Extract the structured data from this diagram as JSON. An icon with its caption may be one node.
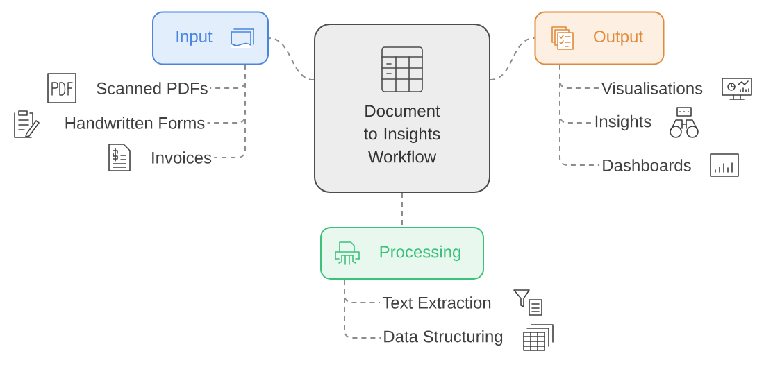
{
  "diagram": {
    "nodes": [
      {
        "text": [
          "Document to Insights Workflow"
        ]
      },
      {
        "text": [
          "Input"
        ]
      },
      {
        "text": [
          "Scanned PDFs"
        ]
      },
      {
        "text": [
          "Handwritten Forms"
        ]
      },
      {
        "text": [
          "Invoices"
        ]
      },
      {
        "text": [
          "Output"
        ]
      },
      {
        "text": [
          "Visualisations"
        ]
      },
      {
        "text": [
          "Insights"
        ]
      },
      {
        "text": [
          "Dashboards"
        ]
      },
      {
        "text": [
          "Processing"
        ]
      },
      {
        "text": [
          "Text Extraction"
        ]
      },
      {
        "text": [
          "Data Structuring"
        ]
      }
    ],
    "edges": [
      {
        "from": 0,
        "to": 1,
        "arrow": "none",
        "style": "dashed"
      },
      {
        "from": 1,
        "to": 2,
        "arrow": "none",
        "style": "dashed"
      },
      {
        "from": 1,
        "to": 3,
        "arrow": "none",
        "style": "dashed"
      },
      {
        "from": 1,
        "to": 4,
        "arrow": "none",
        "style": "dashed"
      },
      {
        "from": 0,
        "to": 5,
        "arrow": "none",
        "style": "dashed"
      },
      {
        "from": 5,
        "to": 6,
        "arrow": "none",
        "style": "dashed"
      },
      {
        "from": 5,
        "to": 7,
        "arrow": "none",
        "style": "dashed"
      },
      {
        "from": 5,
        "to": 8,
        "arrow": "none",
        "style": "dashed"
      },
      {
        "from": 0,
        "to": 9,
        "arrow": "none",
        "style": "dashed"
      },
      {
        "from": 9,
        "to": 10,
        "arrow": "none",
        "style": "dashed"
      },
      {
        "from": 9,
        "to": 11,
        "arrow": "none",
        "style": "dashed"
      }
    ]
  }
}
